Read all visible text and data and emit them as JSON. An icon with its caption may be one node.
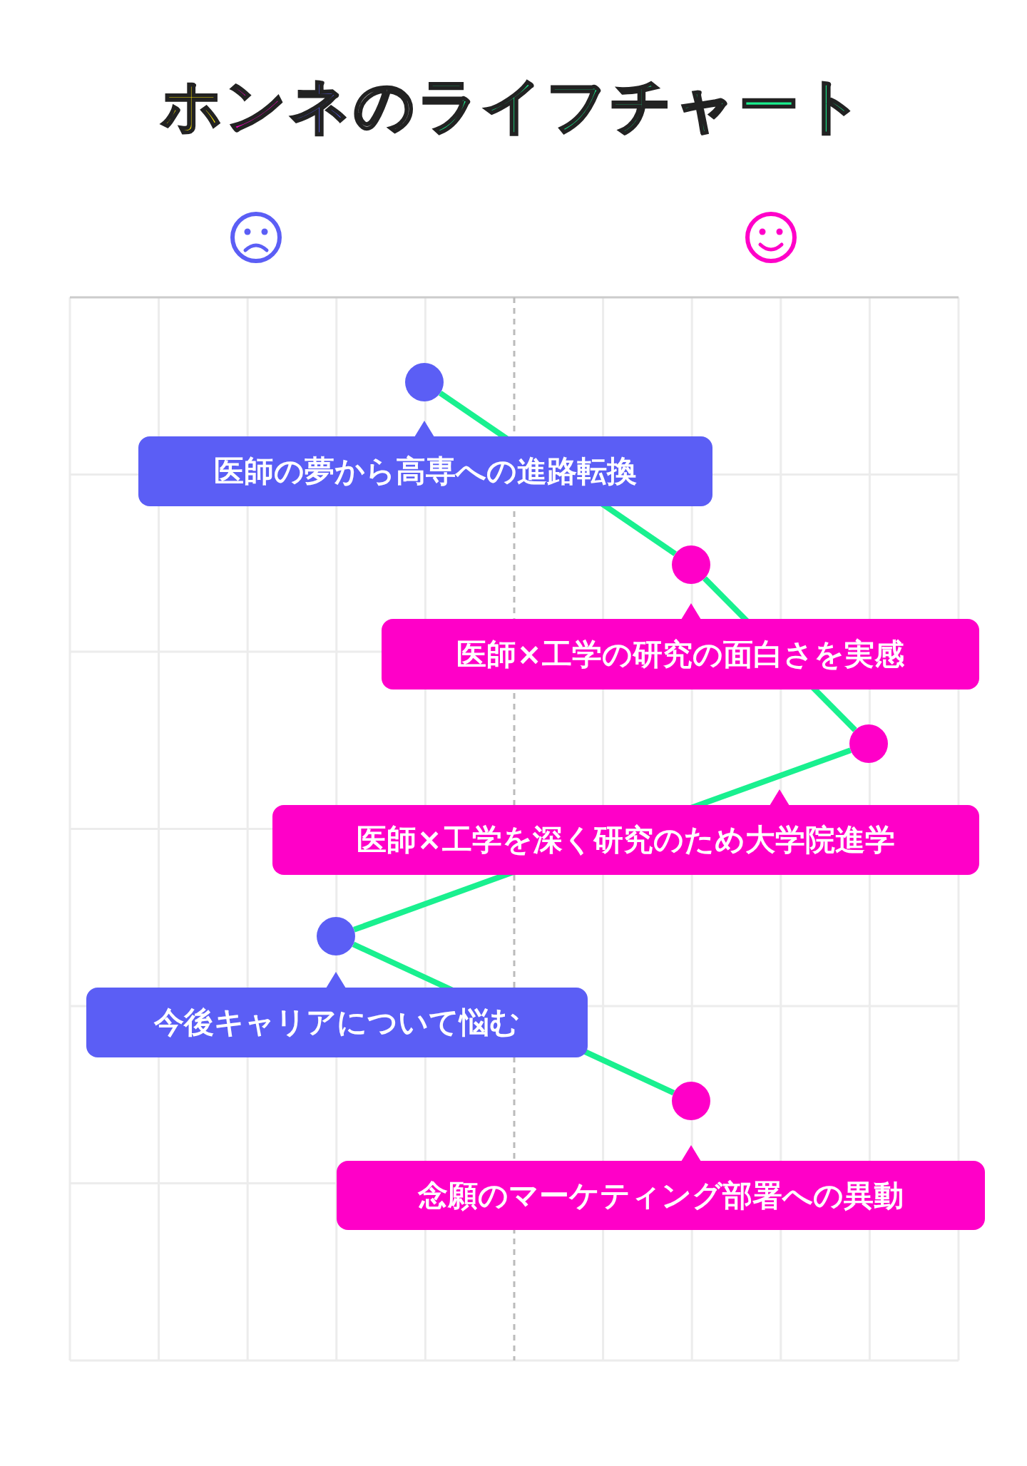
{
  "diagram": {
    "title": "ホンネのライフチャート",
    "nodes": [
      {
        "text": [],
        "shape": "circle",
        "beside": [
          "医師の夢から高専への進路転換"
        ]
      },
      {
        "text": [],
        "shape": "circle",
        "beside": [
          "医師×工学の研究の面白さを実感"
        ]
      },
      {
        "text": [],
        "shape": "circle",
        "beside": [
          "医師×工学を深く研究のため大学院進学"
        ]
      },
      {
        "text": [],
        "shape": "circle",
        "beside": [
          "今後キャリアについて悩む"
        ]
      },
      {
        "text": [],
        "shape": "circle",
        "beside": [
          "念願のマーケティング部署への異動"
        ]
      }
    ],
    "edges": [
      {
        "from": 0,
        "to": 1,
        "arrow": "none"
      },
      {
        "from": 1,
        "to": 2,
        "arrow": "none"
      },
      {
        "from": 2,
        "to": 3,
        "arrow": "none"
      },
      {
        "from": 3,
        "to": 4,
        "arrow": "none"
      }
    ]
  }
}
